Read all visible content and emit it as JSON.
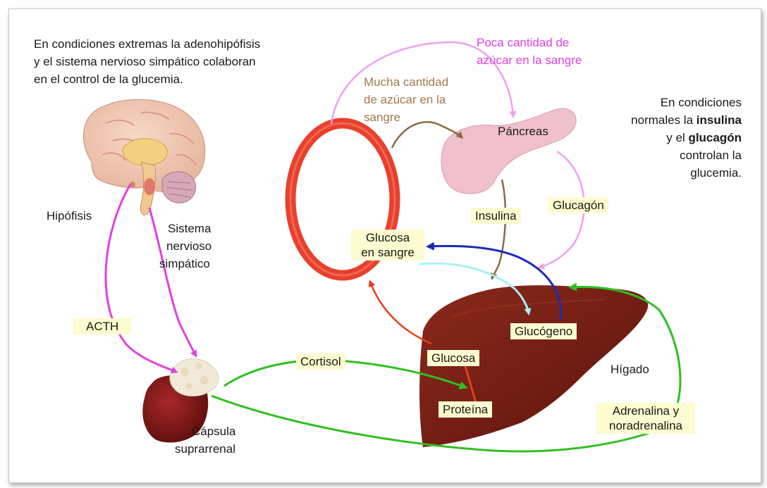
{
  "intro_text": {
    "line1": "En condiciones extremas la adenohipófisis",
    "line2": "y el sistema nervioso simpático colaboran",
    "line3": "en el control de la glucemia."
  },
  "normal_text": {
    "line1": "En condiciones",
    "line2_pre": "normales la ",
    "line2_bold": "insulina",
    "line3_pre": "y el ",
    "line3_bold": "glucagón",
    "line4": "controlan la",
    "line5": "glucemia."
  },
  "low_sugar": {
    "line1": "Poca cantidad de",
    "line2": "azúcar en la sangre"
  },
  "high_sugar": {
    "line1": "Mucha cantidad",
    "line2": "de azúcar en la",
    "line3": "sangre"
  },
  "labels": {
    "pancreas": "Páncreas",
    "insulina": "Insulina",
    "glucagon": "Glucagón",
    "glucosa_sangre_1": "Glucosa",
    "glucosa_sangre_2": "en sangre",
    "glucogeno": "Glucógeno",
    "glucosa": "Glucosa",
    "proteina": "Proteína",
    "higado": "Hígado",
    "cortisol": "Cortisol",
    "adrenalina_1": "Adrenalina y",
    "adrenalina_2": "noradrenalina",
    "capsula_1": "Cápsula",
    "capsula_2": "suprarrenal",
    "hipofisis": "Hipófisis",
    "snc_1": "Sistema",
    "snc_2": "nervioso",
    "snc_3": "simpático",
    "acth": "ACTH"
  },
  "colors": {
    "magenta": "#e040e0",
    "pink_light": "#f0a0f0",
    "brown_arrow": "#8b6a40",
    "blue": "#1a2ab8",
    "cyan": "#a8f0f8",
    "orange_red": "#e84018",
    "green": "#2ec020",
    "liver": "#7a1f14",
    "vessel": "#e8402c",
    "pancreas": "#f0c0cc",
    "label_bg": "#fdfbd0"
  }
}
